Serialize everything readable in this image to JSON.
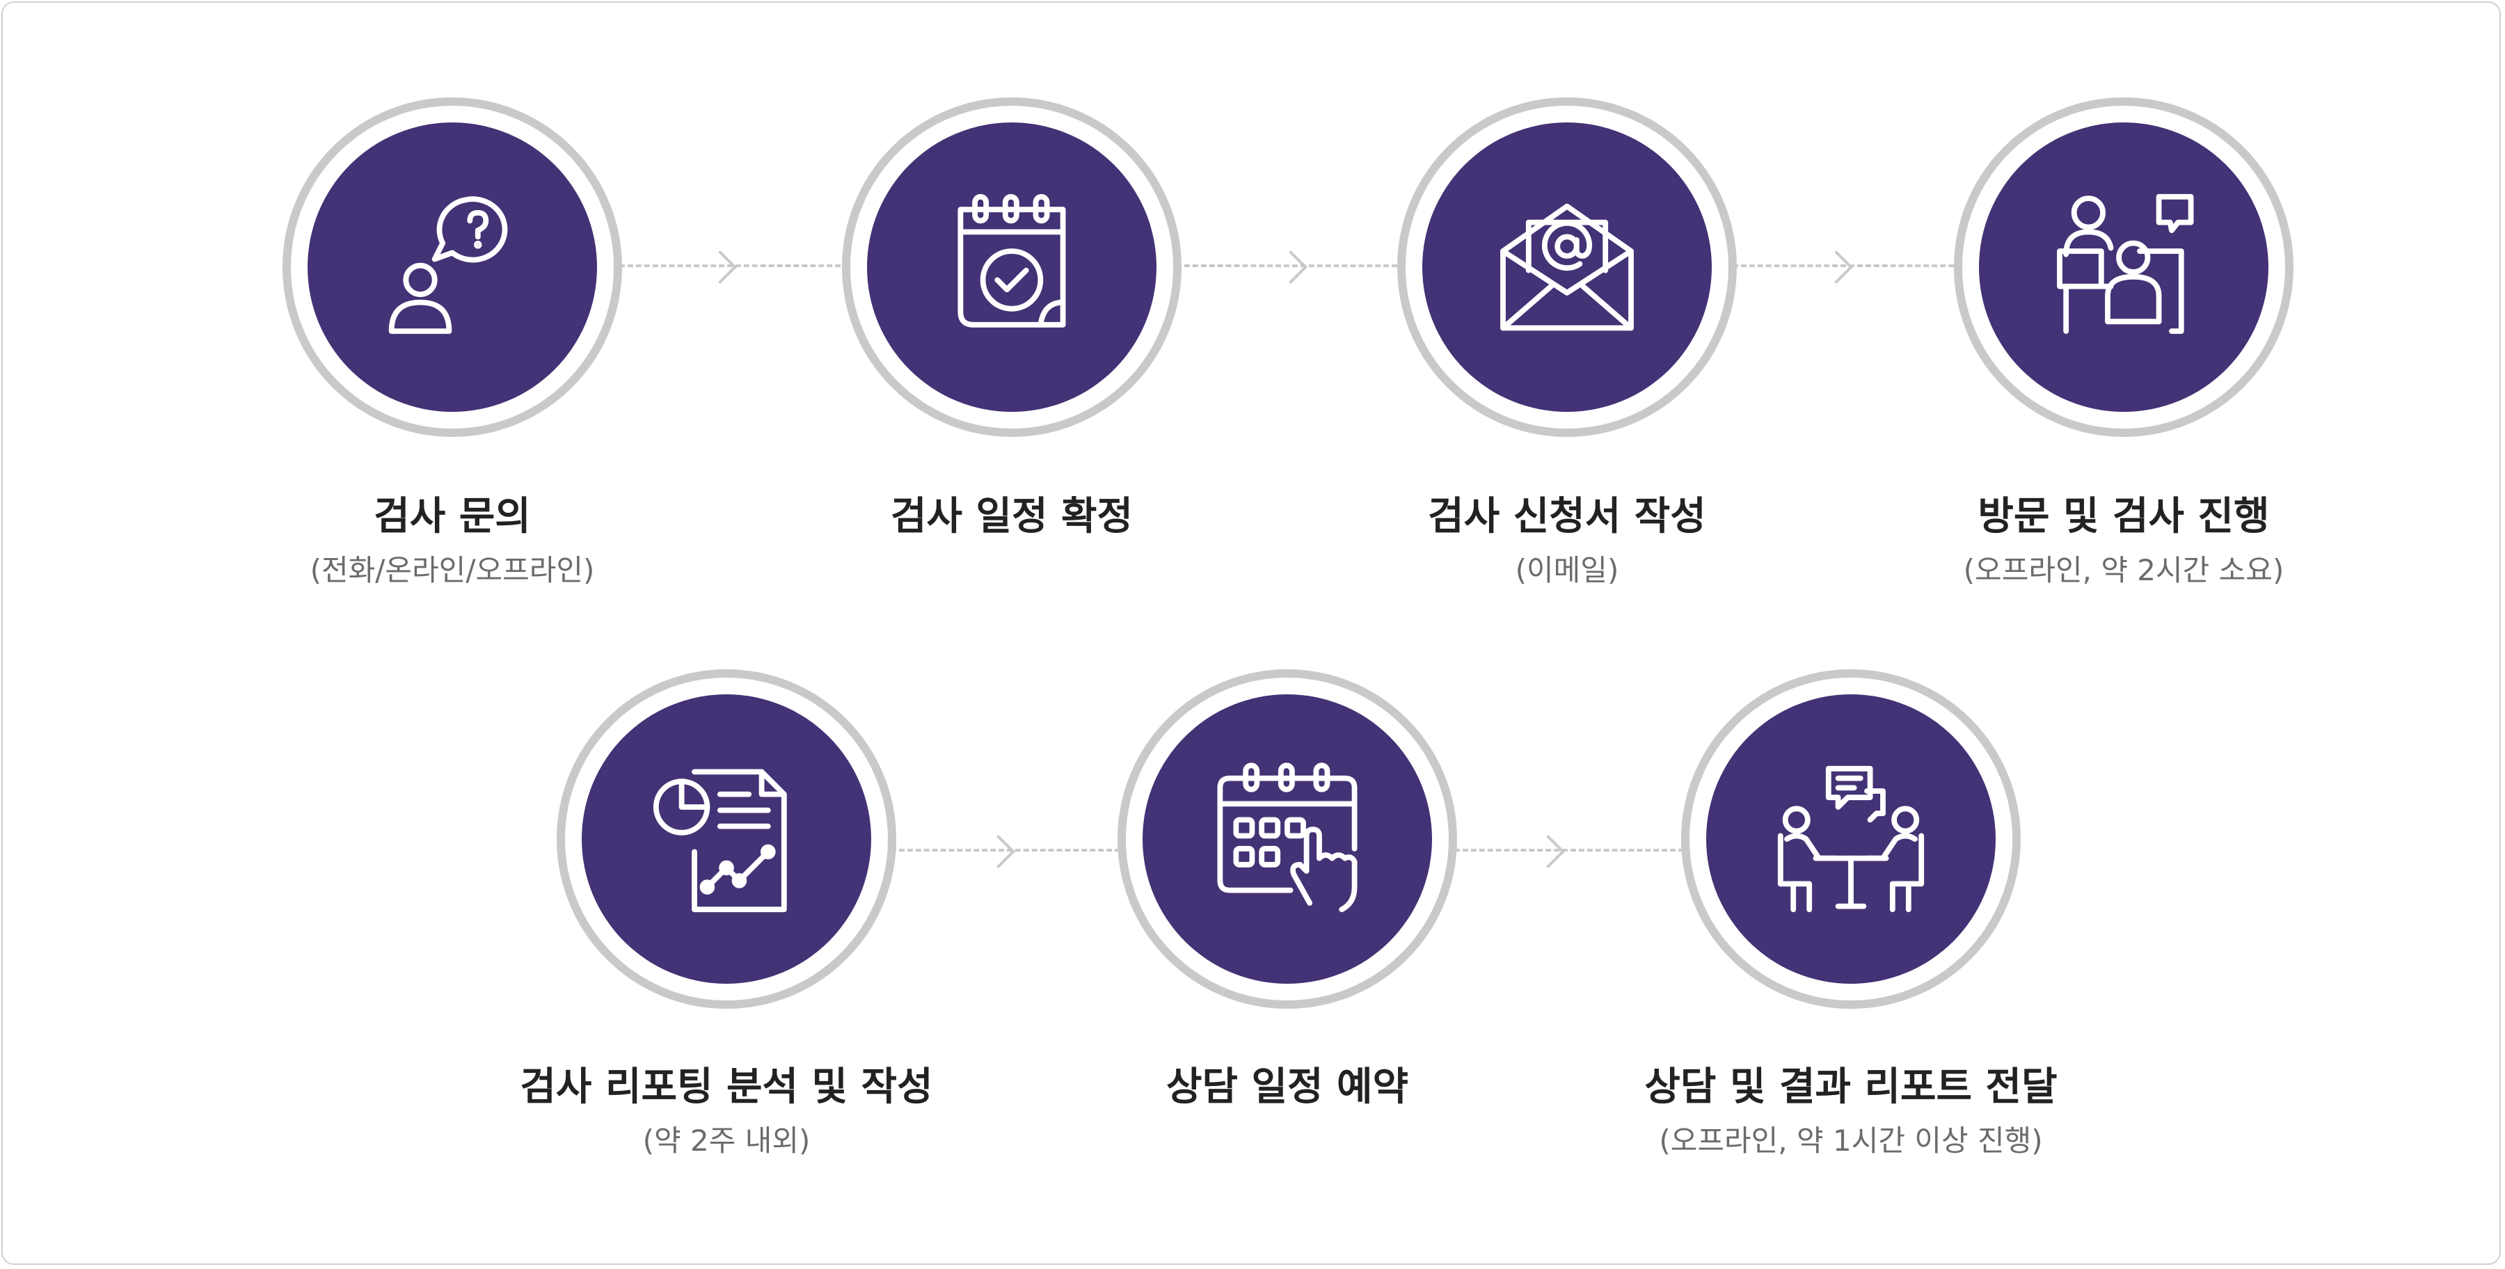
{
  "steps": [
    {
      "title": "검사 문의",
      "subtitle": "(전화/온라인/오프라인)",
      "icon": "person-question-icon"
    },
    {
      "title": "검사 일정 확정",
      "subtitle": "",
      "icon": "calendar-check-icon"
    },
    {
      "title": "검사 신청서 작성",
      "subtitle": "(이메일)",
      "icon": "email-envelope-icon"
    },
    {
      "title": "방문 및 검사 진행",
      "subtitle": "(오프라인, 약 2시간 소요)",
      "icon": "counselor-meeting-icon"
    },
    {
      "title": "검사 리포팅 분석 및 작성",
      "subtitle": "(약 2주 내외)",
      "icon": "report-chart-icon"
    },
    {
      "title": "상담 일정 예약",
      "subtitle": "",
      "icon": "calendar-tap-icon"
    },
    {
      "title": "상담 및 결과 리포트 전달",
      "subtitle": "(오프라인, 약 1시간 이상 진행)",
      "icon": "consultation-table-icon"
    }
  ],
  "colors": {
    "circle_fill": "#433275",
    "ring": "#c9c9c9",
    "connector": "#c9c9c9",
    "title": "#222222",
    "subtitle": "#6b6b6b"
  }
}
